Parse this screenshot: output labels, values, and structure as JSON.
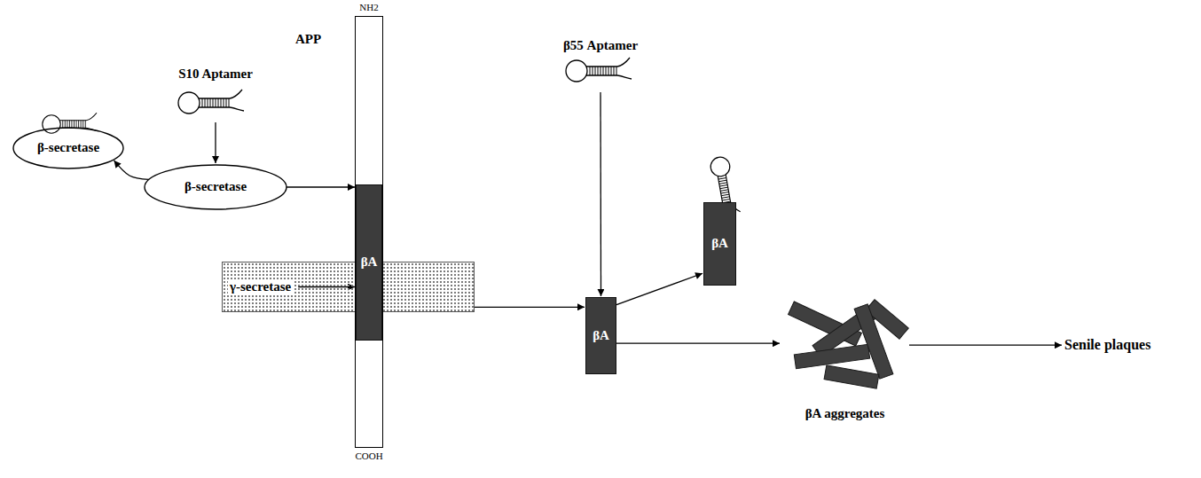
{
  "diagram": {
    "nodes": [
      {
        "text": [
          "APP"
        ]
      },
      {
        "text": [
          "βA"
        ],
        "in": 0
      },
      {
        "text": [
          "S10 Aptamer"
        ]
      },
      {
        "text": [
          "β-secretase"
        ]
      },
      {
        "text": [
          "β-secretase"
        ]
      },
      {
        "text": [
          "γ-secretase"
        ]
      },
      {
        "text": [
          "β55 Aptamer"
        ]
      },
      {
        "text": [
          "βA"
        ]
      },
      {
        "text": [
          "βA"
        ]
      },
      {
        "text": [
          "βA aggregates"
        ]
      },
      {
        "text": [
          "Senile plaques"
        ]
      }
    ],
    "edges": [
      {
        "from": 2,
        "to": 4,
        "arrow": "to"
      },
      {
        "from": 4,
        "to": 3,
        "arrow": "to"
      },
      {
        "from": 4,
        "to": 1,
        "arrow": "to"
      },
      {
        "from": 5,
        "to": 1,
        "arrow": "to"
      },
      {
        "from": 6,
        "to": 7,
        "arrow": "to"
      },
      {
        "from": 5,
        "to": 7,
        "arrow": "to"
      },
      {
        "from": 7,
        "to": 8,
        "arrow": "to"
      },
      {
        "from": 7,
        "to": 9,
        "arrow": "to"
      },
      {
        "from": 9,
        "to": 10,
        "arrow": "to"
      }
    ],
    "labels": [
      "NH2",
      "COOH"
    ]
  }
}
